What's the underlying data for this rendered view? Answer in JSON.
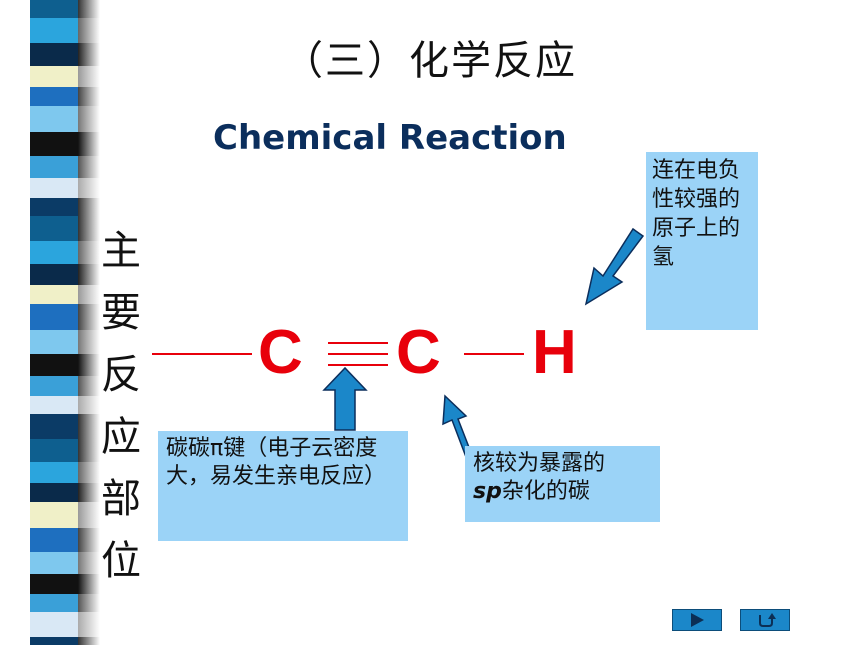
{
  "title": "（三）化学反应",
  "subtitle": "Chemical Reaction",
  "side_label": [
    "主",
    "要",
    "反",
    "应",
    "部",
    "位"
  ],
  "molecule": {
    "atom1": "C",
    "atom2": "C",
    "atom3": "H"
  },
  "annotations": {
    "hydrogen": "连在电负性较强的原子上的氢",
    "pi_bond": "碳碳π键（电子云密度大，易发生亲电反应）",
    "sp_carbon_prefix": "核较为暴露的",
    "sp_carbon_italic": "sp",
    "sp_carbon_suffix": "杂化的碳"
  },
  "nav": {
    "next_icon": "play-triangle-icon",
    "return_icon": "return-arrow-icon"
  },
  "colors": {
    "atom": "#e8000b",
    "box": "#9bd3f7",
    "arrow": "#1b87c9",
    "subtitle": "#0b2e5c"
  }
}
